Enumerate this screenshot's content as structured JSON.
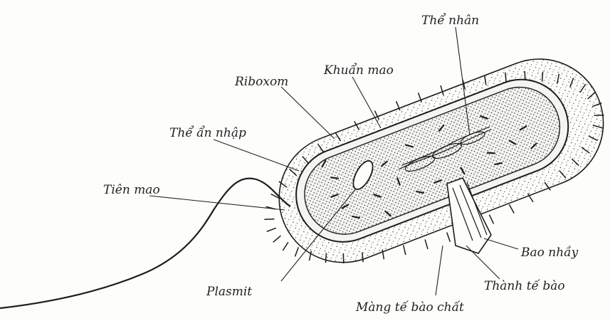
{
  "diagram": {
    "labels": {
      "nucleoid": "Thể nhân",
      "pili": "Khuẩn mao",
      "ribosome": "Riboxom",
      "inclusion": "Thể ẩn nhập",
      "flagellum": "Tiên mao",
      "plasmid": "Plasmit",
      "capsule": "Bao nhầy",
      "cell_wall": "Thành tế bào",
      "membrane": "Màng tế bào chất"
    },
    "colors": {
      "ink": "#1c1c1c",
      "paper": "#fdfdfb"
    }
  }
}
